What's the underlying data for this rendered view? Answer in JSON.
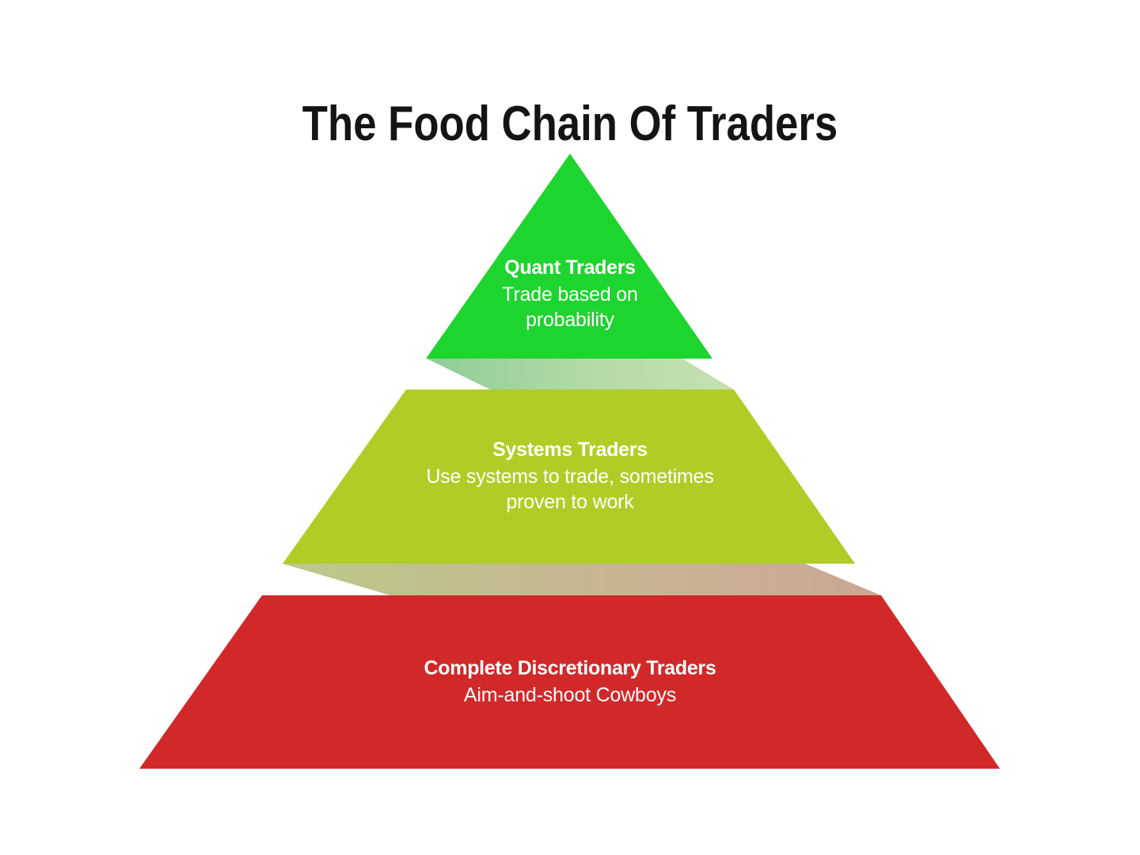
{
  "title": "The Food Chain Of Traders",
  "diagram_type": "pyramid",
  "tiers": [
    {
      "rank": 1,
      "name": "Quant Traders",
      "desc_lines": [
        "Trade based on",
        "probability"
      ],
      "color": "#1ed42f"
    },
    {
      "rank": 2,
      "name": "Systems Traders",
      "desc_lines": [
        "Use systems to trade, sometimes",
        "proven to work"
      ],
      "color": "#b0cd27"
    },
    {
      "rank": 3,
      "name": "Complete Discretionary Traders",
      "desc_lines": [
        "Aim-and-shoot Cowboys"
      ],
      "color": "#d1292a"
    }
  ],
  "colors": {
    "background": "#ffffff",
    "title_text": "#141414",
    "tier_text": "#ffffff",
    "shadow_top_gradient": [
      "#8ecd97",
      "#c6e1b1"
    ],
    "shadow_bottom_gradient": [
      "#bcc98a",
      "#cba795"
    ]
  }
}
